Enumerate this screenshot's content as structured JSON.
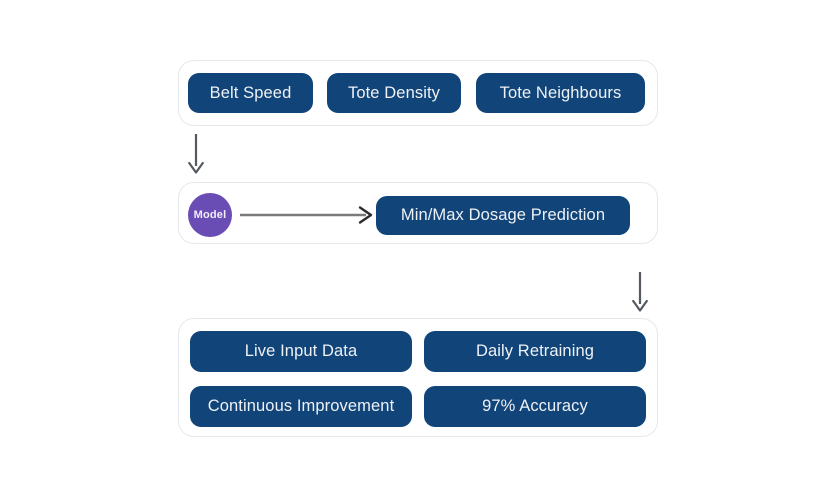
{
  "diagram": {
    "type": "flow-diagram",
    "background_color": "#ffffff",
    "accent_colors": {
      "pill_blue": "#114479",
      "model_purple": "#6a4cb5",
      "panel_border": "#e6e8ec",
      "arrow_gray": "#7a7a7a",
      "pill_text": "#eef1f5"
    },
    "stages": [
      {
        "id": "inputs",
        "items": [
          {
            "label": "Belt Speed"
          },
          {
            "label": "Tote Density"
          },
          {
            "label": "Tote Neighbours"
          }
        ]
      },
      {
        "id": "model",
        "node": {
          "label": "Model"
        },
        "output": {
          "label": "Min/Max Dosage Prediction"
        }
      },
      {
        "id": "outcomes",
        "items": [
          {
            "label": "Live Input Data"
          },
          {
            "label": "Daily Retraining"
          },
          {
            "label": "Continuous Improvement"
          },
          {
            "label": "97% Accuracy"
          }
        ]
      }
    ],
    "connectors": [
      {
        "id": "inputs-to-model",
        "direction": "down",
        "icon": "arrow-down-icon"
      },
      {
        "id": "model-to-prediction",
        "direction": "right",
        "icon": "arrow-right-icon"
      },
      {
        "id": "model-to-outcomes",
        "direction": "down",
        "icon": "arrow-down-icon"
      }
    ]
  }
}
